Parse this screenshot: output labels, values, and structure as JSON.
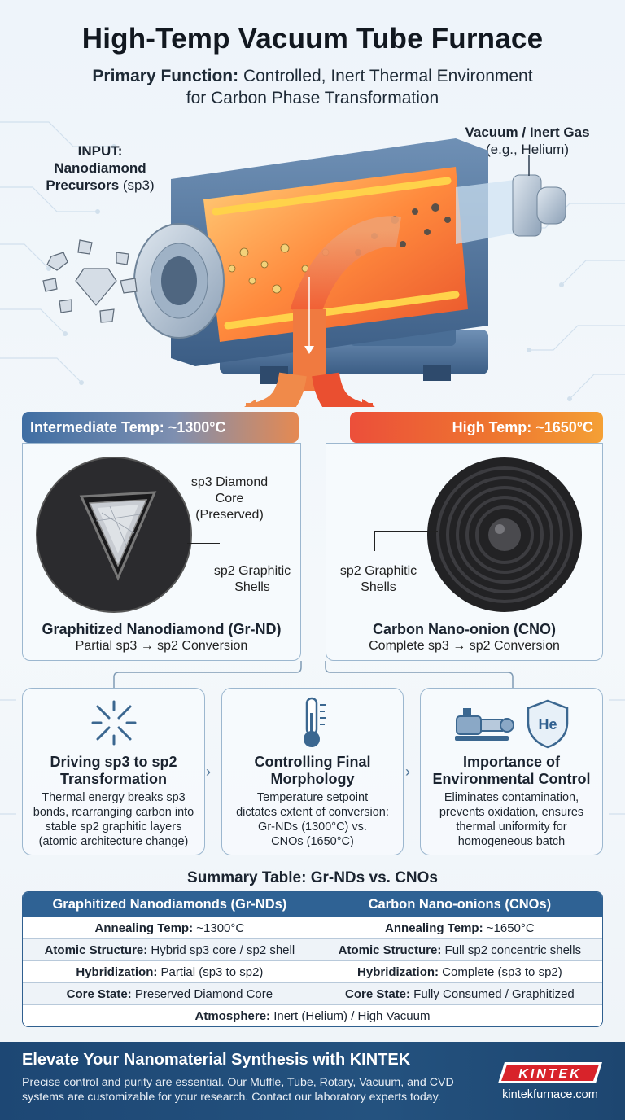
{
  "title": "High-Temp Vacuum Tube Furnace",
  "subtitle": {
    "label": "Primary Function:",
    "line1_rest": " Controlled, Inert Thermal Environment",
    "line2": "for Carbon Phase Transformation"
  },
  "input": {
    "line1": "INPUT:",
    "line2": "Nanodiamond",
    "line3_bold": "Precursors",
    "line3_rest": " (sp3)"
  },
  "gas": {
    "line1": "Vacuum / Inert Gas",
    "line2": "(e.g., Helium)"
  },
  "intermediate": {
    "temp_label": "Intermediate Temp: ~1300°C",
    "callout_core_1": "sp3 Diamond",
    "callout_core_2": "Core",
    "callout_core_3": "(Preserved)",
    "callout_shell_1": "sp2 Graphitic",
    "callout_shell_2": "Shells",
    "product_name": "Graphitized Nanodiamond (Gr-ND)",
    "product_sub": "Partial sp3 → sp2 Conversion"
  },
  "high": {
    "temp_label": "High Temp: ~1650°C",
    "callout_shell_1": "sp2 Graphitic",
    "callout_shell_2": "Shells",
    "product_name": "Carbon Nano-onion (CNO)",
    "product_sub": "Complete sp3 → sp2 Conversion"
  },
  "cards": [
    {
      "title_1": "Driving sp3 to sp2",
      "title_2": "Transformation",
      "body": [
        "Thermal energy breaks sp3",
        "bonds, rearranging carbon into",
        "stable sp2 graphitic layers",
        "(atomic architecture change)"
      ],
      "icon": "bond-breaking-icon"
    },
    {
      "title_1": "Controlling Final",
      "title_2": "Morphology",
      "body": [
        "Temperature setpoint",
        "dictates extent of conversion:",
        "Gr-NDs (1300°C) vs.",
        "CNOs (1650°C)"
      ],
      "icon": "thermometer-icon"
    },
    {
      "title_1": "Importance of",
      "title_2": "Environmental Control",
      "body": [
        "Eliminates contamination,",
        "prevents oxidation, ensures",
        "thermal uniformity for",
        "homogeneous batch"
      ],
      "icon": "vacuum-pump-icon",
      "shield_text": "He"
    }
  ],
  "summary": {
    "title": "Summary Table: Gr-NDs vs. CNOs",
    "headers": [
      "Graphitized Nanodiamonds (Gr-NDs)",
      "Carbon Nano-onions (CNOs)"
    ],
    "rows": [
      [
        {
          "k": "Annealing Temp:",
          "v": " ~1300°C"
        },
        {
          "k": "Annealing Temp:",
          "v": " ~1650°C"
        }
      ],
      [
        {
          "k": "Atomic Structure:",
          "v": " Hybrid sp3 core / sp2 shell"
        },
        {
          "k": "Atomic Structure:",
          "v": " Full sp2 concentric shells"
        }
      ],
      [
        {
          "k": "Hybridization:",
          "v": " Partial (sp3 to sp2)"
        },
        {
          "k": "Hybridization:",
          "v": " Complete (sp3 to sp2)"
        }
      ],
      [
        {
          "k": "Core State:",
          "v": " Preserved Diamond Core"
        },
        {
          "k": "Core State:",
          "v": " Fully Consumed / Graphitized"
        }
      ]
    ],
    "footer_row": {
      "k": "Atmosphere:",
      "v": " Inert (Helium) / High Vacuum"
    }
  },
  "footer": {
    "heading": "Elevate Your Nanomaterial Synthesis with KINTEK",
    "body_1": "Precise control and purity are essential. Our Muffle, Tube, Rotary, Vacuum, and CVD",
    "body_2": "systems are customizable for your research. Contact our laboratory experts today.",
    "logo": "KINTEK",
    "website": "kintekfurnace.com"
  },
  "colors": {
    "intermediate_bar": "#3f6ea3",
    "high_bar": "#ec4f3a",
    "table_header": "#2f6294",
    "footer_bg": "#1d4774",
    "logo_red": "#d8232a"
  }
}
